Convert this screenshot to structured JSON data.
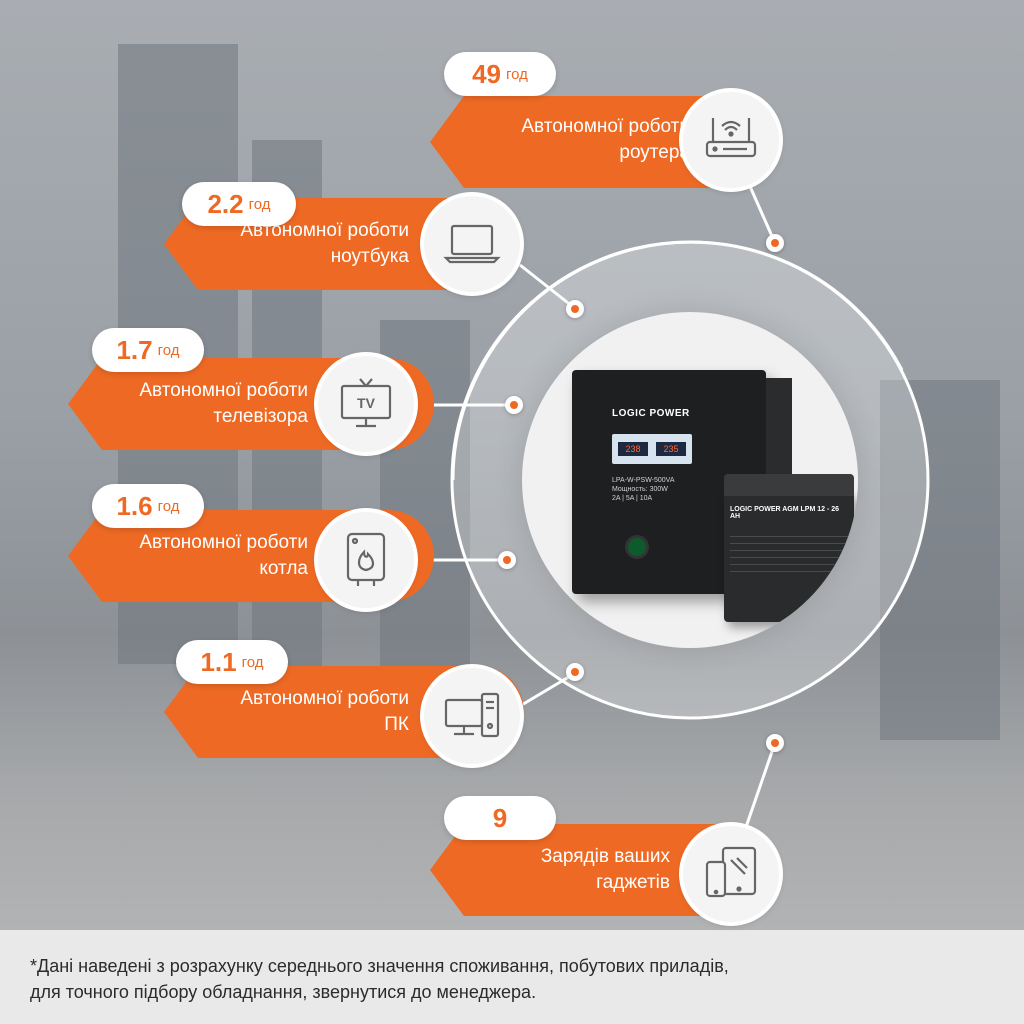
{
  "product": {
    "inverter_brand": "LOGIC POWER",
    "inverter_model": "LPA-W-PSW-500VA",
    "inverter_spec": "Мощность: 300W",
    "inverter_spec2": "2A | 5A | 10A",
    "lcd_left": "238",
    "lcd_right": "235",
    "battery_label": "LOGIC POWER   AGM LPM 12 - 26 AH"
  },
  "items": [
    {
      "value": "49",
      "unit": "год",
      "line1": "Автономної роботи",
      "line2": "роутера",
      "icon": "router-icon"
    },
    {
      "value": "2.2",
      "unit": "год",
      "line1": "Автономної роботи",
      "line2": "ноутбука",
      "icon": "laptop-icon"
    },
    {
      "value": "1.7",
      "unit": "год",
      "line1": "Автономної роботи",
      "line2": "телевізора",
      "icon": "tv-icon"
    },
    {
      "value": "1.6",
      "unit": "год",
      "line1": "Автономної роботи",
      "line2": "котла",
      "icon": "boiler-icon"
    },
    {
      "value": "1.1",
      "unit": "год",
      "line1": "Автономної роботи",
      "line2": "ПК",
      "icon": "pc-icon"
    },
    {
      "value": "9",
      "unit": "",
      "line1": "Зарядів ваших",
      "line2": "гаджетів",
      "icon": "gadgets-icon"
    }
  ],
  "tv_icon_text": "TV",
  "footnote": {
    "line1": "*Дані наведені з розрахунку середнього значення споживання, побутових приладів,",
    "line2": "для точного підбору обладнання, звернутися до менеджера."
  },
  "colors": {
    "accent": "#ee6a24",
    "pill": "#ffffff"
  }
}
